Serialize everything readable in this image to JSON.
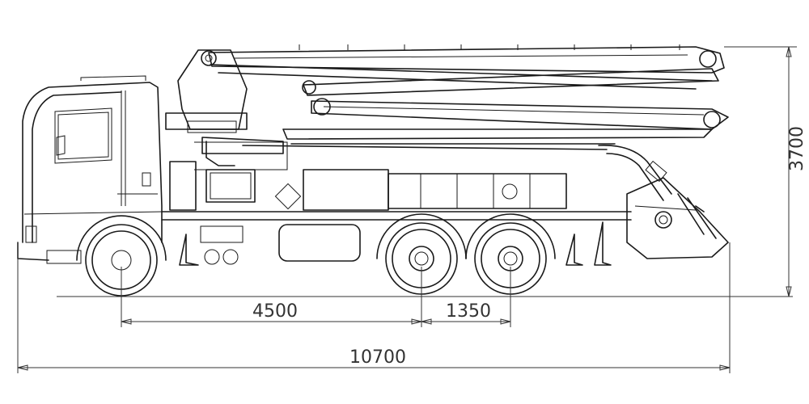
{
  "drawing": {
    "type": "side elevation technical drawing",
    "subject": "truck-mounted concrete boom pump",
    "line_color": "#1a1a1a",
    "background": "#ffffff"
  },
  "dimensions": {
    "front_to_rear_axle": "4500",
    "rear_axle_spacing": "1350",
    "overall_length": "10700",
    "overall_height": "3700"
  }
}
